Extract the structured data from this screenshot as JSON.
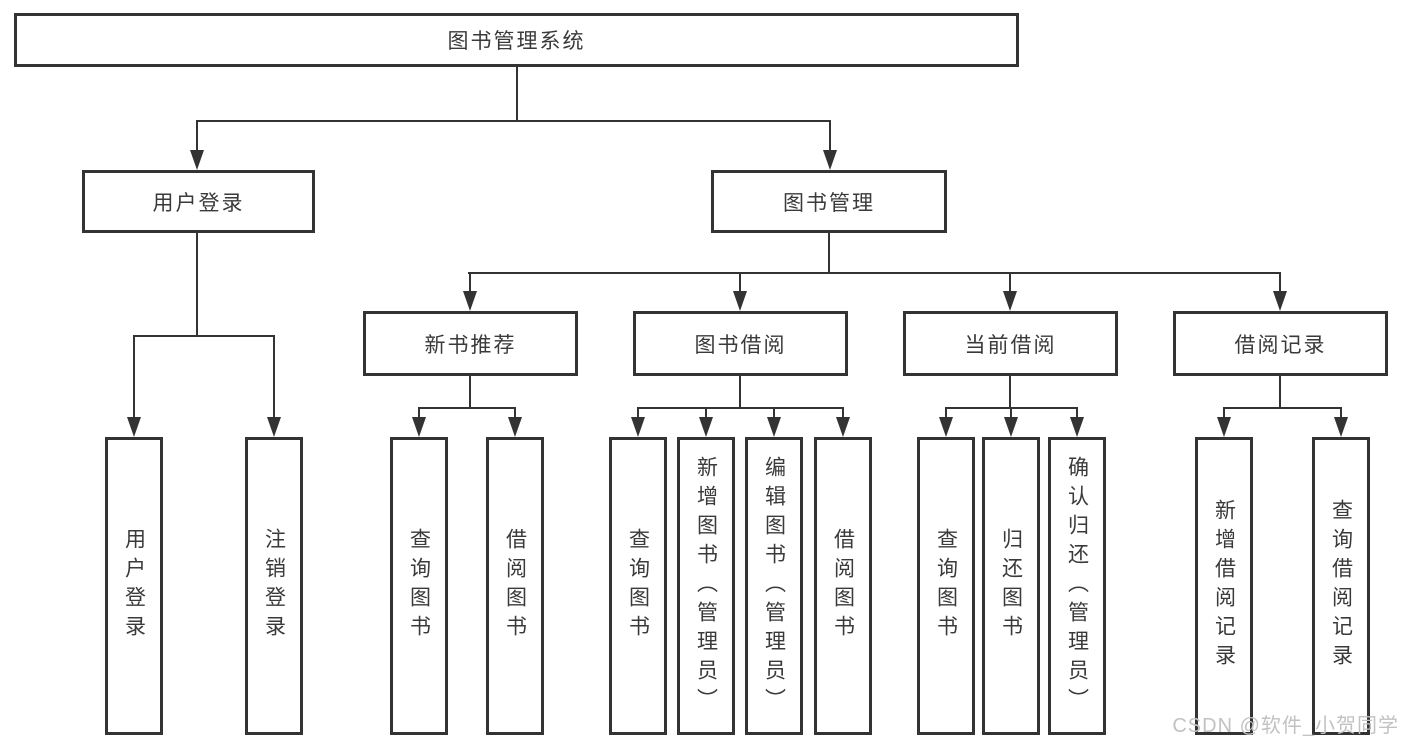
{
  "diagram": {
    "root": "图书管理系统",
    "level1": {
      "login": "用户登录",
      "book_mgmt": "图书管理"
    },
    "level2": {
      "new_books": "新书推荐",
      "borrowing": "图书借阅",
      "current": "当前借阅",
      "records": "借阅记录"
    },
    "leaves": {
      "login_user": "用户登录",
      "login_logout": "注销登录",
      "newbook_query": "查询图书",
      "newbook_borrow": "借阅图书",
      "borrow_query": "查询图书",
      "borrow_add": "新增图书（管理员）",
      "borrow_edit": "编辑图书（管理员）",
      "borrow_borrow": "借阅图书",
      "current_query": "查询图书",
      "current_return": "归还图书",
      "current_confirm": "确认归还（管理员）",
      "records_add": "新增借阅记录",
      "records_query": "查询借阅记录"
    }
  },
  "watermark": {
    "text": "CSDN @软件_小贺同学"
  },
  "colors": {
    "line": "#333333",
    "text": "#3a3a3a",
    "watermark": "#c2c2c2",
    "background": "#ffffff"
  }
}
